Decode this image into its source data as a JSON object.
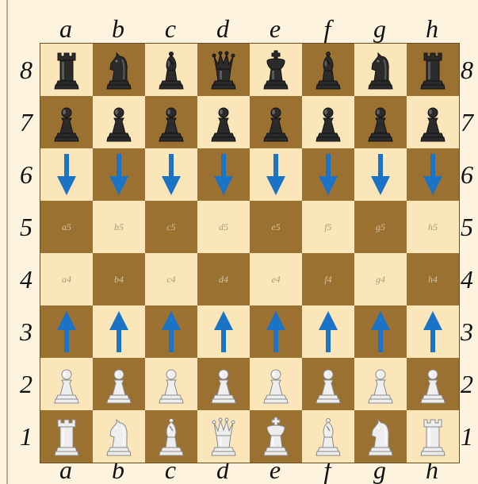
{
  "board": {
    "files": [
      "a",
      "b",
      "c",
      "d",
      "e",
      "f",
      "g",
      "h"
    ],
    "ranks": [
      "8",
      "7",
      "6",
      "5",
      "4",
      "3",
      "2",
      "1"
    ],
    "colors": {
      "light": "#fbe6b9",
      "dark": "#9b7132",
      "arrow": "#1a73c4"
    },
    "visible_coords": {
      "a5": "a5",
      "b5": "b5",
      "c5": "c5",
      "d5": "d5",
      "e5": "e5",
      "f5": "f5",
      "g5": "g5",
      "h5": "h5",
      "a4": "a4",
      "b4": "b4",
      "c4": "c4",
      "d4": "d4",
      "e4": "e4",
      "f4": "f4",
      "g4": "g4",
      "h4": "h4"
    },
    "pieces": {
      "a8": "black-rook",
      "b8": "black-knight",
      "c8": "black-bishop",
      "d8": "black-queen",
      "e8": "black-king",
      "f8": "black-bishop",
      "g8": "black-knight",
      "h8": "black-rook",
      "a7": "black-pawn",
      "b7": "black-pawn",
      "c7": "black-pawn",
      "d7": "black-pawn",
      "e7": "black-pawn",
      "f7": "black-pawn",
      "g7": "black-pawn",
      "h7": "black-pawn",
      "a2": "white-pawn",
      "b2": "white-pawn",
      "c2": "white-pawn",
      "d2": "white-pawn",
      "e2": "white-pawn",
      "f2": "white-pawn",
      "g2": "white-pawn",
      "h2": "white-pawn",
      "a1": "white-rook",
      "b1": "white-knight",
      "c1": "white-bishop",
      "d1": "white-queen",
      "e1": "white-king",
      "f1": "white-bishop",
      "g1": "white-knight",
      "h1": "white-rook"
    },
    "arrows": {
      "a6": "down-arrow",
      "b6": "down-arrow",
      "c6": "down-arrow",
      "d6": "down-arrow",
      "e6": "down-arrow",
      "f6": "down-arrow",
      "g6": "down-arrow",
      "h6": "down-arrow",
      "a3": "up-arrow",
      "b3": "up-arrow",
      "c3": "up-arrow",
      "d3": "up-arrow",
      "e3": "up-arrow",
      "f3": "up-arrow",
      "g3": "up-arrow",
      "h3": "up-arrow"
    }
  }
}
